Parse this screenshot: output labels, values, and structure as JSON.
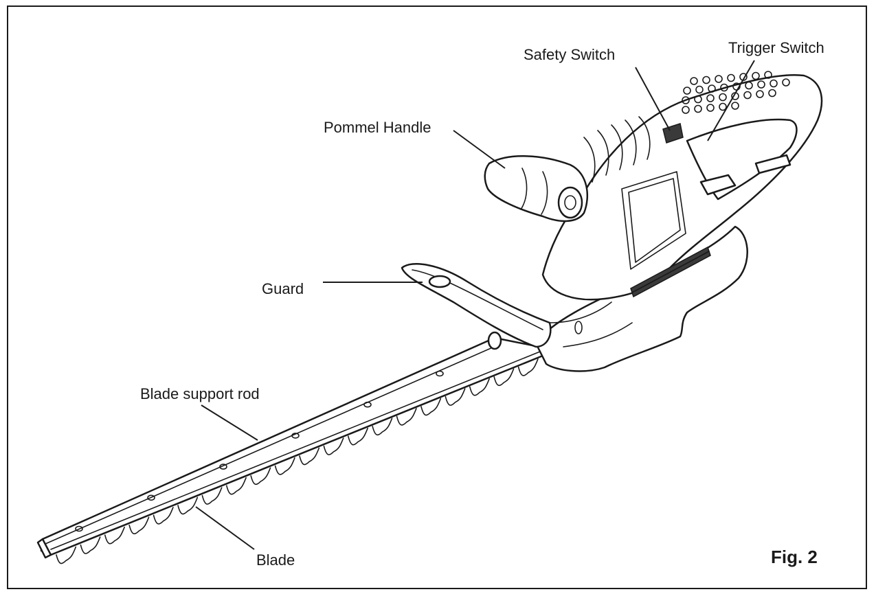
{
  "figure": {
    "caption": "Fig. 2"
  },
  "callouts": {
    "safety_switch": "Safety Switch",
    "trigger_switch": "Trigger Switch",
    "pommel_handle": "Pommel Handle",
    "guard": "Guard",
    "blade_support_rod": "Blade support rod",
    "blade": "Blade"
  },
  "colors": {
    "line": "#1a1a1a",
    "background": "#ffffff"
  }
}
